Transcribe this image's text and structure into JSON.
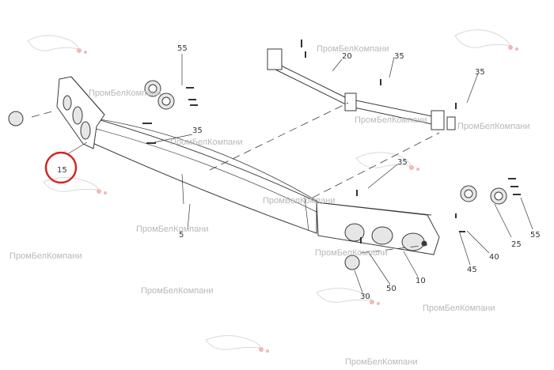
{
  "diagram": {
    "labels": {
      "p55_top": "55",
      "p35_top_right": "35",
      "p20": "20",
      "p35_right": "35",
      "p15": "15",
      "p35_mid_left": "35",
      "p35_mid": "35",
      "p5": "5",
      "p25": "25",
      "p55_right": "55",
      "p40": "40",
      "p45": "45",
      "p10": "10",
      "p50": "50",
      "p30": "30"
    },
    "highlight_color": "#d62020",
    "line_color": "#3a3a3a"
  },
  "watermark": {
    "text": "ПромБелКомпани"
  }
}
